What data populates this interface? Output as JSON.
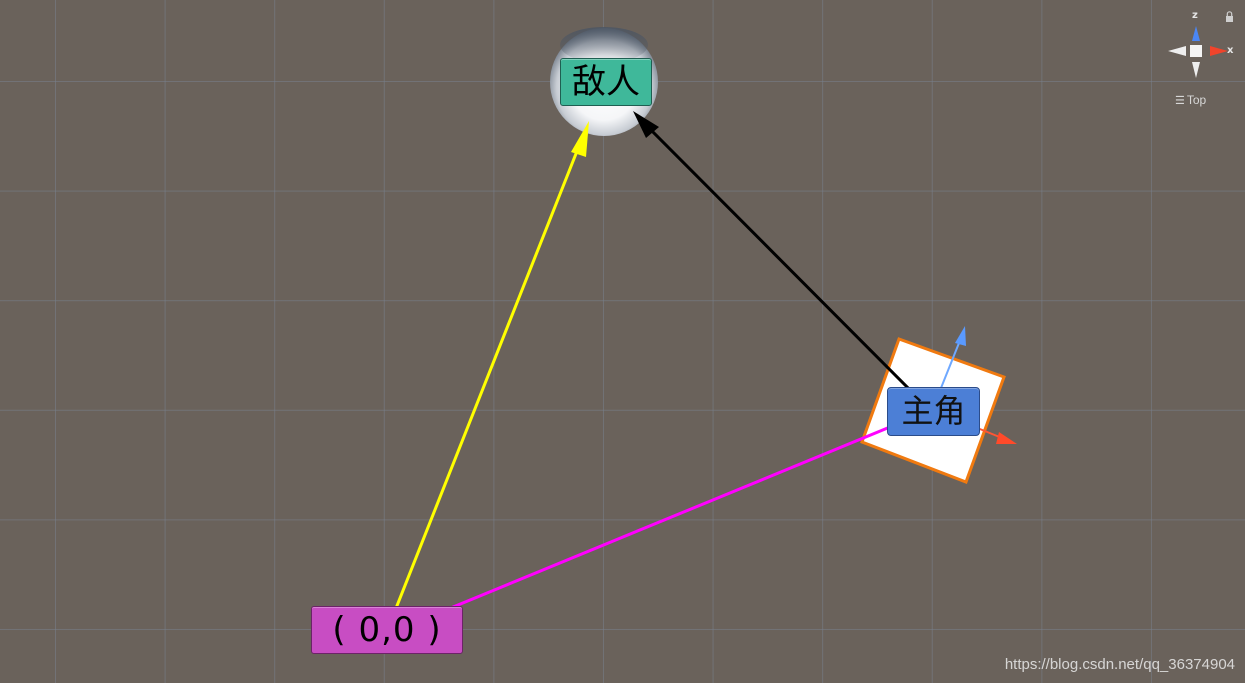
{
  "scene": {
    "enemy_label": "敌人",
    "player_label": "主角",
    "origin_label": "( 0,0 )"
  },
  "gizmo": {
    "y_axis_label": "z",
    "x_axis_label": "x",
    "view_label": "Top"
  },
  "watermark": "https://blog.csdn.net/qq_36374904",
  "colors": {
    "background": "#6a625b",
    "grid": "#7a808c",
    "origin_to_enemy": "#ffff00",
    "origin_to_player": "#ff00ff",
    "player_to_enemy": "#000000",
    "selection_outline": "#f07a10",
    "enemy_label_bg": "#3fb89a",
    "player_label_bg": "#4c7fd6",
    "origin_label_bg": "#c84dc3"
  },
  "icons": [
    "sphere-object",
    "cube-object",
    "scene-orientation-gizmo",
    "lock-icon",
    "hamburger-menu-icon",
    "move-tool-handles"
  ]
}
